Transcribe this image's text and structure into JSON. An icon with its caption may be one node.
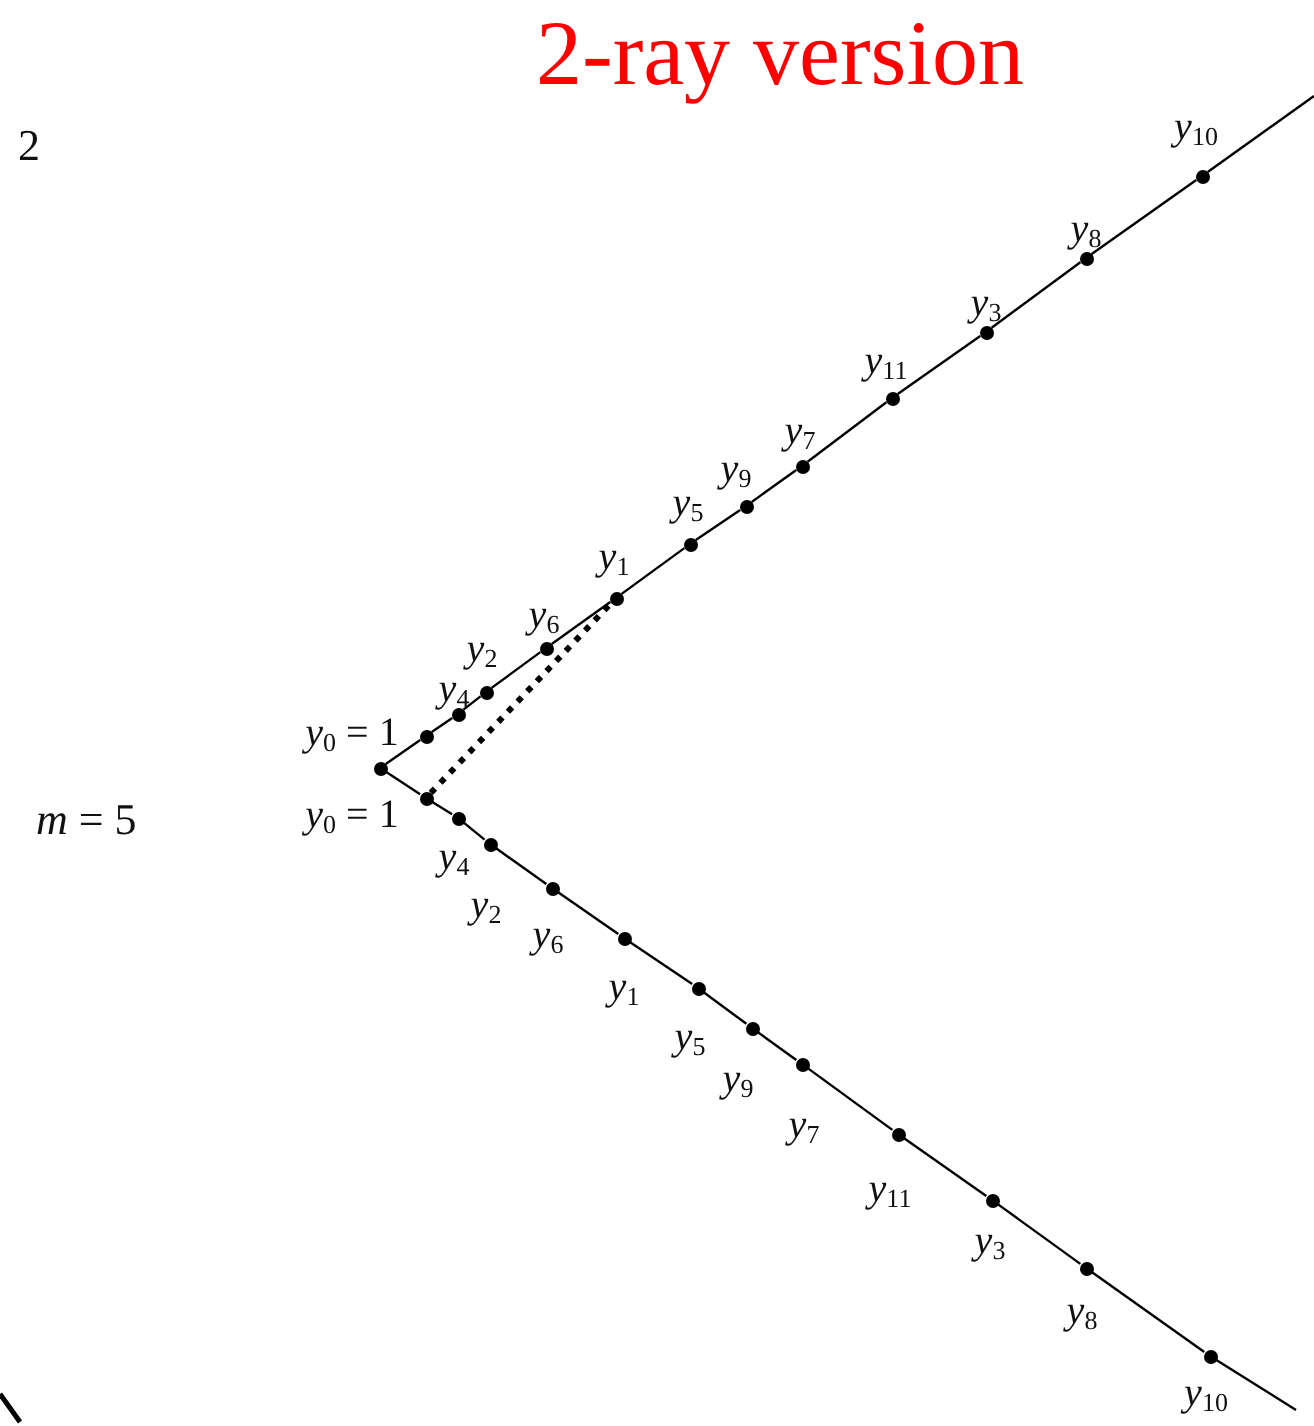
{
  "diagram": {
    "title": "2-ray version",
    "nodes": [
      {
        "text": [],
        "shape": "circle"
      },
      {
        "text": [],
        "shape": "circle",
        "beside": [
          "*y*$_{0}$ = 1"
        ]
      },
      {
        "text": [],
        "shape": "circle",
        "beside": [
          "*y*$_{4}$"
        ]
      },
      {
        "text": [],
        "shape": "circle",
        "beside": [
          "*y*$_{2}$"
        ]
      },
      {
        "text": [],
        "shape": "circle",
        "beside": [
          "*y*$_{6}$"
        ]
      },
      {
        "text": [],
        "shape": "circle",
        "beside": [
          "*y*$_{1}$"
        ]
      },
      {
        "text": [],
        "shape": "circle",
        "beside": [
          "*y*$_{5}$"
        ]
      },
      {
        "text": [],
        "shape": "circle",
        "beside": [
          "*y*$_{9}$"
        ]
      },
      {
        "text": [],
        "shape": "circle",
        "beside": [
          "*y*$_{7}$"
        ]
      },
      {
        "text": [],
        "shape": "circle",
        "beside": [
          "*y*$_{11}$"
        ]
      },
      {
        "text": [],
        "shape": "circle",
        "beside": [
          "*y*$_{3}$"
        ]
      },
      {
        "text": [],
        "shape": "circle",
        "beside": [
          "*y*$_{8}$"
        ]
      },
      {
        "text": [],
        "shape": "circle",
        "beside": [
          "*y*$_{10}$"
        ]
      },
      {
        "text": [],
        "shape": "circle",
        "beside": [
          "*y*$_{0}$ = 1"
        ]
      },
      {
        "text": [],
        "shape": "circle",
        "beside": [
          "*y*$_{4}$"
        ]
      },
      {
        "text": [],
        "shape": "circle",
        "beside": [
          "*y*$_{2}$"
        ]
      },
      {
        "text": [],
        "shape": "circle",
        "beside": [
          "*y*$_{6}$"
        ]
      },
      {
        "text": [],
        "shape": "circle",
        "beside": [
          "*y*$_{1}$"
        ]
      },
      {
        "text": [],
        "shape": "circle",
        "beside": [
          "*y*$_{5}$"
        ]
      },
      {
        "text": [],
        "shape": "circle",
        "beside": [
          "*y*$_{9}$"
        ]
      },
      {
        "text": [],
        "shape": "circle",
        "beside": [
          "*y*$_{7}$"
        ]
      },
      {
        "text": [],
        "shape": "circle",
        "beside": [
          "*y*$_{11}$"
        ]
      },
      {
        "text": [],
        "shape": "circle",
        "beside": [
          "*y*$_{3}$"
        ]
      },
      {
        "text": [],
        "shape": "circle",
        "beside": [
          "*y*$_{8}$"
        ]
      },
      {
        "text": [],
        "shape": "circle",
        "beside": [
          "*y*$_{10}$"
        ]
      }
    ],
    "edges": [
      {
        "from": 0,
        "to": 1,
        "arrow": "none"
      },
      {
        "from": 1,
        "to": 2,
        "arrow": "none"
      },
      {
        "from": 2,
        "to": 3,
        "arrow": "none"
      },
      {
        "from": 3,
        "to": 4,
        "arrow": "none"
      },
      {
        "from": 4,
        "to": 5,
        "arrow": "none"
      },
      {
        "from": 5,
        "to": 6,
        "arrow": "none"
      },
      {
        "from": 6,
        "to": 7,
        "arrow": "none"
      },
      {
        "from": 7,
        "to": 8,
        "arrow": "none"
      },
      {
        "from": 8,
        "to": 9,
        "arrow": "none"
      },
      {
        "from": 9,
        "to": 10,
        "arrow": "none"
      },
      {
        "from": 10,
        "to": 11,
        "arrow": "none"
      },
      {
        "from": 11,
        "to": 12,
        "arrow": "none"
      },
      {
        "from": 12,
        "to": null,
        "arrow": "none"
      },
      {
        "from": 0,
        "to": 13,
        "arrow": "none"
      },
      {
        "from": 13,
        "to": 14,
        "arrow": "none"
      },
      {
        "from": 14,
        "to": 15,
        "arrow": "none"
      },
      {
        "from": 15,
        "to": 16,
        "arrow": "none"
      },
      {
        "from": 16,
        "to": 17,
        "arrow": "none"
      },
      {
        "from": 17,
        "to": 18,
        "arrow": "none"
      },
      {
        "from": 18,
        "to": 19,
        "arrow": "none"
      },
      {
        "from": 19,
        "to": 20,
        "arrow": "none"
      },
      {
        "from": 20,
        "to": 21,
        "arrow": "none"
      },
      {
        "from": 21,
        "to": 22,
        "arrow": "none"
      },
      {
        "from": 22,
        "to": 23,
        "arrow": "none"
      },
      {
        "from": 23,
        "to": 24,
        "arrow": "none"
      },
      {
        "from": 24,
        "to": null,
        "arrow": "none"
      },
      {
        "from": 13,
        "to": 5,
        "arrow": "none",
        "style": "dashed"
      }
    ],
    "labels": [
      "2",
      "*m* = 5"
    ]
  }
}
